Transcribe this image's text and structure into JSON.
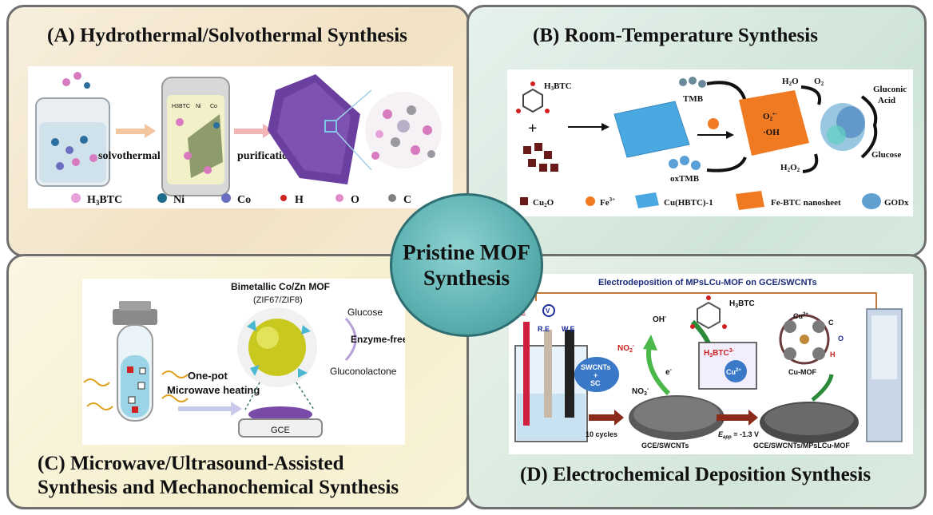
{
  "center": {
    "line1": "Pristine MOF",
    "line2": "Synthesis"
  },
  "panels": {
    "a": {
      "title": "(A) Hydrothermal/Solvothermal Synthesis",
      "step1": "solvothermal",
      "step2": "purification",
      "jar_labels": [
        "H3BTC",
        "Ni",
        "Co"
      ],
      "legend": {
        "h3btc": "H",
        "h3btc_sub": "3",
        "h3btc_tail": "BTC",
        "ni": "Ni",
        "co": "Co",
        "h": "H",
        "o": "O",
        "c": "C"
      }
    },
    "b": {
      "title": "(B) Room-Temperature Synthesis",
      "h3btc": "H",
      "h3btc_sub": "3",
      "h3btc_tail": "BTC",
      "plus": "+",
      "tmb": "TMB",
      "oxtmb": "oxTMB",
      "radical_o2": "O",
      "radical_o2_sup": "2",
      "radical_o2_charge": "•−",
      "radical_oh": "·OH",
      "h2o": "H",
      "h2o_sub": "2",
      "h2o_tail": "O",
      "o2": "O",
      "o2_sub": "2",
      "gluconic": "Gluconic",
      "acid": "Acid",
      "h2o2": "H",
      "h2o2_sub": "2",
      "h2o2_tail": "O",
      "h2o2_sub2": "2",
      "glucose": "Glucose",
      "legend": {
        "cu2o": "Cu",
        "cu2o_sub": "2",
        "cu2o_tail": "O",
        "fe": "Fe",
        "fe_sup": "3+",
        "cuhbtc": "Cu(HBTC)-1",
        "febtc": "Fe-BTC nanosheet",
        "godx": "GODx"
      }
    },
    "c": {
      "title_line1": "(C) Microwave/Ultrasound-Assisted",
      "title_line2": "Synthesis and Mechanochemical Synthesis",
      "mof": "Bimetallic Co/Zn MOF",
      "zif": "(ZIF67/ZIF8)",
      "glucose": "Glucose",
      "enzyme": "Enzyme-free",
      "gluconolactone": "Gluconolactone",
      "onepot": "One-pot",
      "microwave": "Microwave heating",
      "gce": "GCE"
    },
    "d": {
      "title": "(D) Electrochemical Deposition Synthesis",
      "header": "Electrodeposition of MPsLCu-MOF on GCE/SWCNTs",
      "oh": "OH",
      "oh_sup": "-",
      "no2": "NO",
      "no2_sub": "2",
      "no2_sup": "-",
      "no3": "NO",
      "no3_sub": "3",
      "no3_sup": "-",
      "electron": "e",
      "electron_sup": "-",
      "h3btc": "H",
      "h3btc_sub": "3",
      "h3btc_tail": "BTC",
      "ion": "H",
      "ion_sub": "3",
      "ion_tail": "BTC",
      "ion_sup": "3-",
      "cu": "Cu",
      "cu_sup": "2+",
      "cumof": "Cu-MOF",
      "swcnt1": "SWCNTs",
      "swcnt2": "+",
      "swcnt3": "SC",
      "cycles": "10 cycles",
      "eapp": "E",
      "eapp_sub": "app",
      "eapp_tail": " = -1.3 V",
      "gce1": "GCE/SWCNTs",
      "gce2": "GCE/SWCNTs/MPsLCu-MOF",
      "ce": "C.E",
      "re": "R.E",
      "we": "W.E",
      "v": "V",
      "c_label": "C",
      "o_label": "O",
      "h_label": "H"
    }
  },
  "colors": {
    "teal": "#5fb3b3",
    "orange": "#f07a22",
    "blue_sheet": "#4aa8e0",
    "cube": "#6b1a1a",
    "purple": "#7b4fa8"
  }
}
